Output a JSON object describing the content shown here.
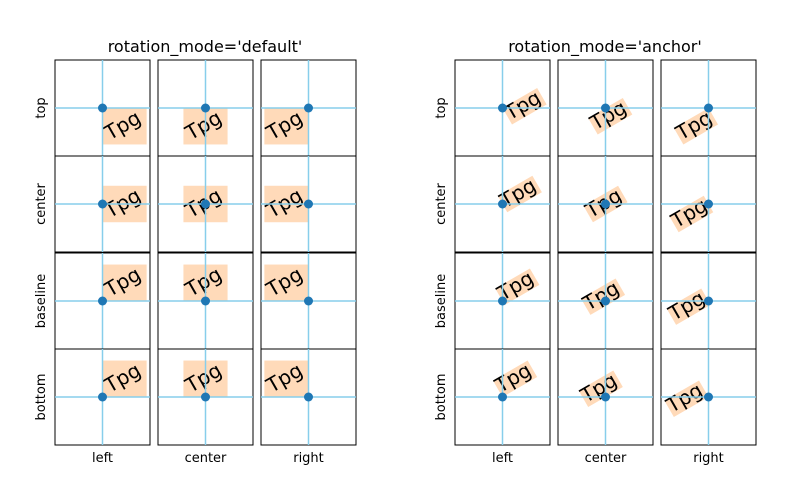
{
  "figure": {
    "row_labels": [
      "top",
      "center",
      "baseline",
      "bottom"
    ],
    "col_labels": [
      "left",
      "center",
      "right"
    ],
    "sample_text": "Tpg",
    "rotation_deg": 30,
    "colors": {
      "guide_line": "#87ceeb",
      "anchor_point": "#1f77b4",
      "text_bbox": "#ffdab9",
      "frame": "#000000"
    },
    "panels": [
      {
        "title": "rotation_mode='default'",
        "mode": "default"
      },
      {
        "title": "rotation_mode='anchor'",
        "mode": "anchor"
      }
    ]
  }
}
